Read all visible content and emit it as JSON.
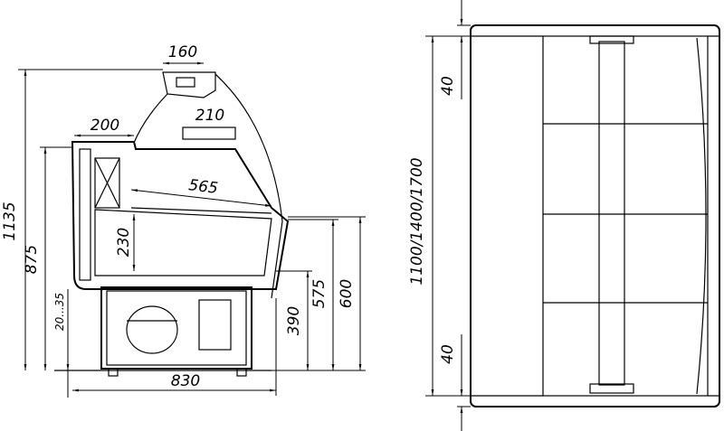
{
  "side_view": {
    "dims": {
      "canopy_lamp_width": "160",
      "lamp_length": "210",
      "top_shelf_depth": "200",
      "glass_depth": "565",
      "display_height": "230",
      "overall_height": "1135",
      "rear_height": "875",
      "foot_adjust": "20...35",
      "overall_depth": "830",
      "base_height": "390",
      "working_height": "575",
      "front_height": "600"
    }
  },
  "top_view": {
    "dims": {
      "length_options": "1100/1400/1700",
      "end_top": "40",
      "end_bottom": "40"
    }
  }
}
